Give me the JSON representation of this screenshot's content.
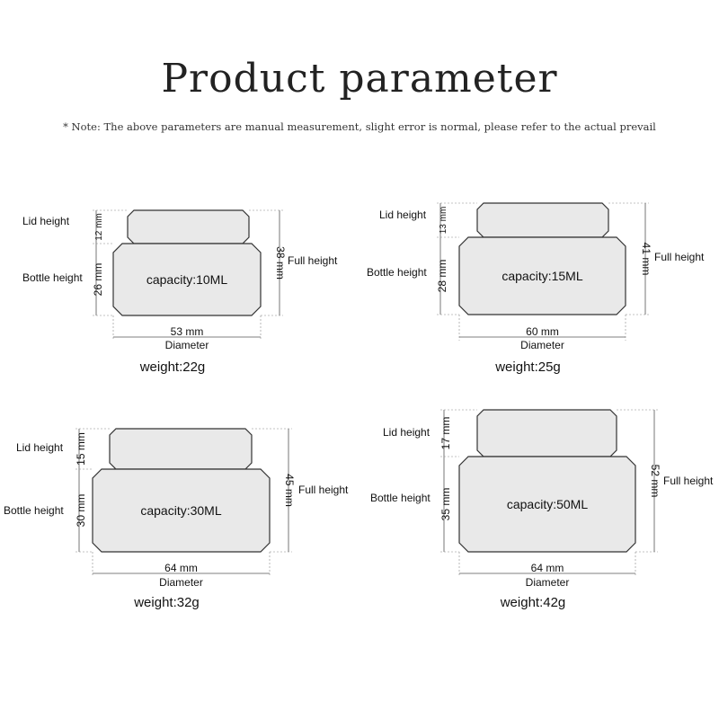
{
  "title": "Product parameter",
  "note": "* Note: The above parameters are manual measurement, slight error is normal, please refer to the actual prevail",
  "products": [
    {
      "capacity": "capacity:10ML",
      "lid": "12 mm",
      "bottle": "26 mm",
      "full": "38 mm",
      "diameter": "53 mm",
      "weight": "weight:22g"
    },
    {
      "capacity": "capacity:15ML",
      "lid": "13 mm",
      "bottle": "28 mm",
      "full": "41 mm",
      "diameter": "60 mm",
      "weight": "weight:25g"
    },
    {
      "capacity": "capacity:30ML",
      "lid": "15 mm",
      "bottle": "30 mm",
      "full": "45 mm",
      "diameter": "64 mm",
      "weight": "weight:32g"
    },
    {
      "capacity": "capacity:50ML",
      "lid": "17 mm",
      "bottle": "35 mm",
      "full": "52 mm",
      "diameter": "64 mm",
      "weight": "weight:42g"
    }
  ],
  "labels": {
    "lid_height": "Lid height",
    "bottle_height": "Bottle height",
    "full_height": "Full height",
    "diameter": "Diameter"
  }
}
